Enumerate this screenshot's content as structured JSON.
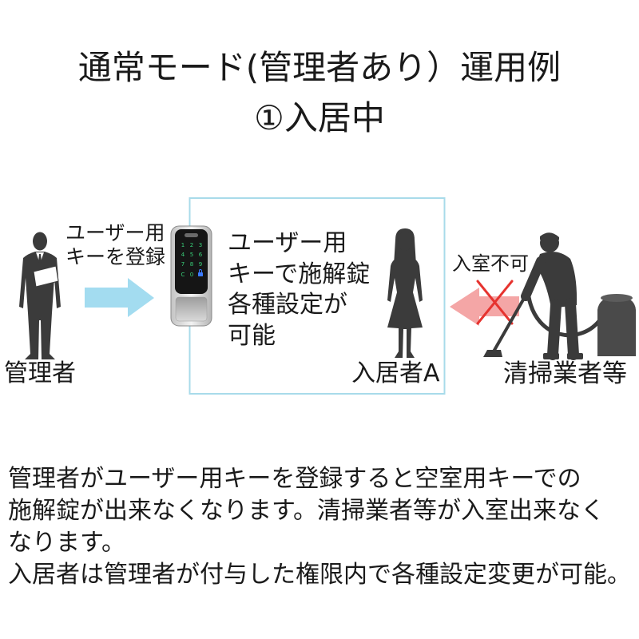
{
  "title": {
    "line1": "通常モード(管理者あり）運用例",
    "line2": "①入居中"
  },
  "administrator": {
    "label": "管理者",
    "action": [
      "ユーザー用",
      "キーを登録"
    ]
  },
  "unit_box": {
    "description": [
      "ユーザー用",
      "キーで施解錠",
      "各種設定が",
      "可能"
    ]
  },
  "resident": {
    "label": "入居者A"
  },
  "cleaner": {
    "label": "清掃業者等",
    "status": "入室不可"
  },
  "lock": {
    "keypad": [
      "1",
      "2",
      "3",
      "4",
      "5",
      "6",
      "7",
      "8",
      "9",
      "C",
      "0"
    ]
  },
  "explanation": [
    "管理者がユーザー用キーを登録すると空室用キーでの",
    "施解錠が出来なくなります。清掃業者等が入室出来なく",
    "なります。",
    "入居者は管理者が付与した権限内で各種設定変更が可能。"
  ],
  "icons": {
    "administrator": "businessman-silhouette-icon",
    "resident": "woman-silhouette-icon",
    "cleaner": "cleaner-with-vacuum-icon",
    "device": "smart-lock-icon",
    "lock_key": "lock-icon",
    "register": "arrow-right-icon",
    "denied": "arrow-left-icon",
    "cross": "cross-icon"
  },
  "colors": {
    "text": "#1a1a1a",
    "silhouette": "#3b3b3b",
    "box_border": "#a8dbea",
    "arrow_register": "#a3dcf0",
    "arrow_denied": "#f4a6a6",
    "cross_mark": "#e6332f",
    "keypad_digit": "#39d17a",
    "lock_key": "#3b7bff"
  }
}
